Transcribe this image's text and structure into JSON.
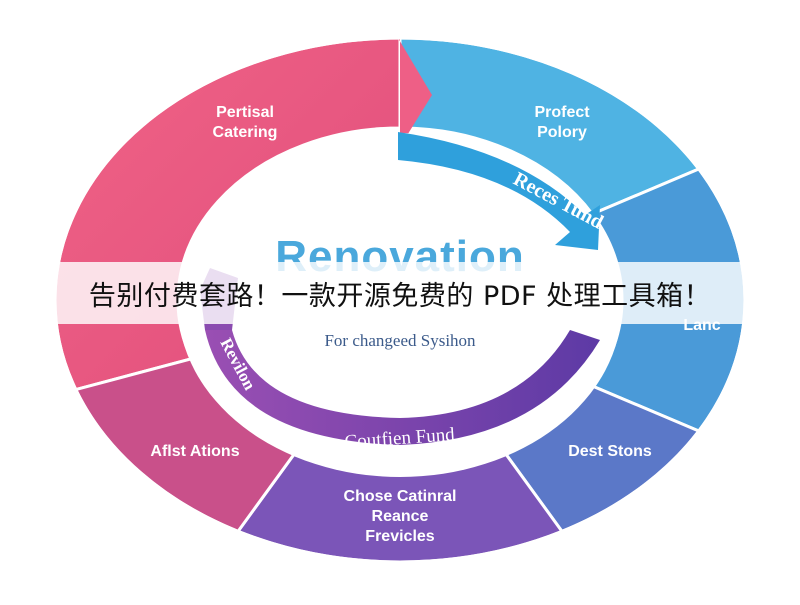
{
  "diagram": {
    "center": {
      "title": "Renovation",
      "subtitle": "For changeed Sysihon"
    },
    "outer_segments": [
      {
        "label": "Pertisal\nCatering",
        "color": "#e8557f"
      },
      {
        "label": "Profect\nPolory",
        "color": "#4fb3e3"
      },
      {
        "label": "Lanc",
        "color": "#4a9ad8"
      },
      {
        "label": "Dest Stons",
        "color": "#5b78c8"
      },
      {
        "label": "Chose Catinral\nReance\nFrevicles",
        "color": "#7b55b8"
      },
      {
        "label": "Aflst Ations",
        "color": "#c9508a"
      }
    ],
    "inner_arrows": [
      {
        "label": "Reces Tund",
        "color": "#2fa0dc"
      },
      {
        "label": "Coutfien Fund",
        "color": "#6b3fa8"
      },
      {
        "label": "Revilon",
        "color": "#8a4bb0"
      }
    ]
  },
  "banner": {
    "text": "告别付费套路！一款开源免费的 PDF 处理工具箱！"
  }
}
